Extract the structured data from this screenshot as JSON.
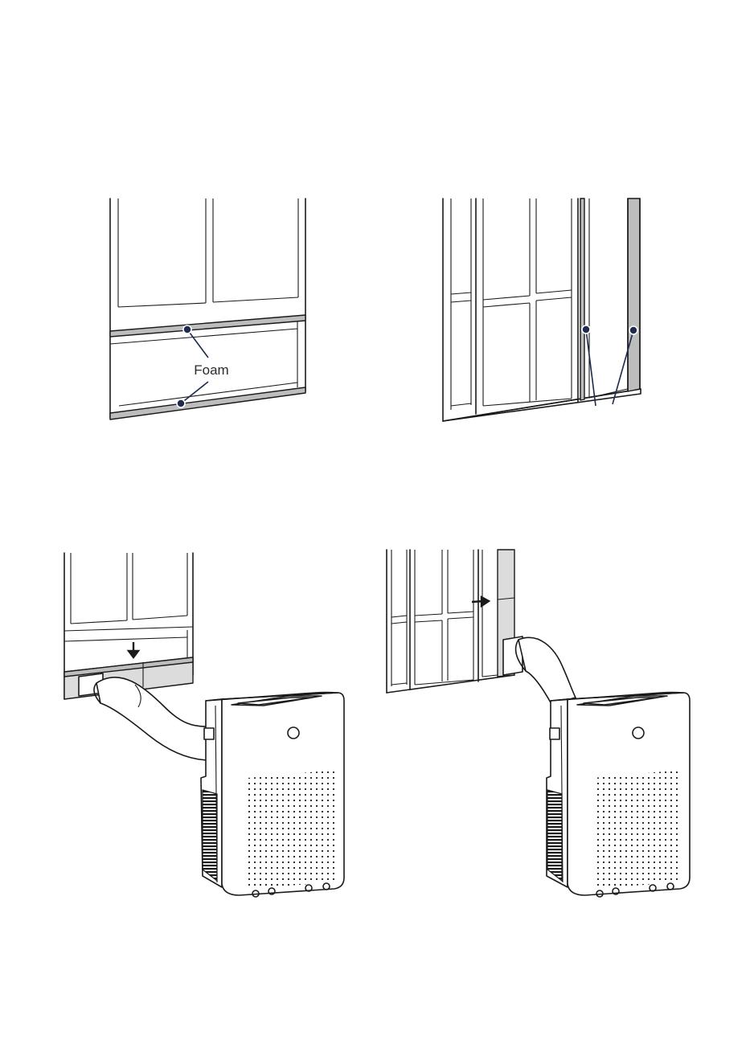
{
  "labels": {
    "foam": "Foam"
  },
  "figures": [
    {
      "name": "sash-window-foam"
    },
    {
      "name": "sliding-window-foam"
    },
    {
      "name": "sash-window-unit"
    },
    {
      "name": "sliding-window-unit"
    }
  ],
  "colors": {
    "line": "#1a1a1a",
    "foam": "#bdbdbd",
    "leader": "#1f2a4f"
  }
}
